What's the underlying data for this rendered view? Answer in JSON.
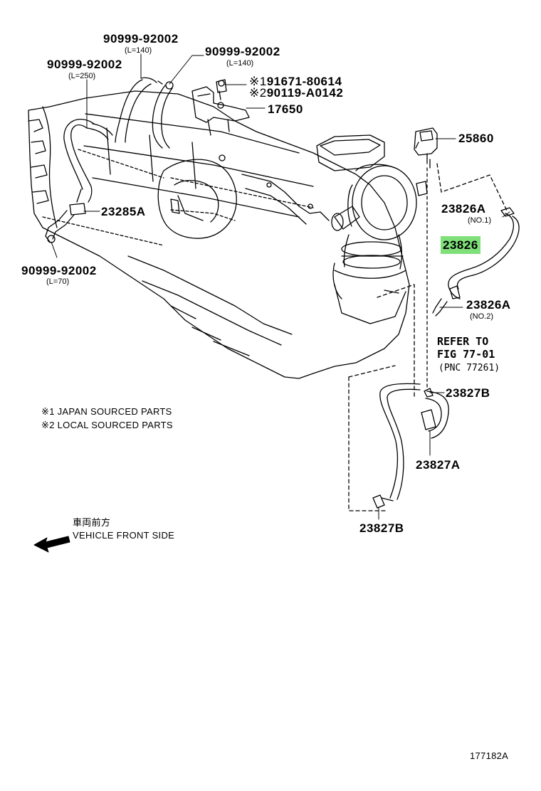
{
  "parts": {
    "hose_top_center": {
      "number": "90999-92002",
      "length": "(L=140)"
    },
    "hose_top_right": {
      "number": "90999-92002",
      "length": "(L=140)"
    },
    "hose_left_upper": {
      "number": "90999-92002",
      "length": "(L=250)"
    },
    "hose_left_lower": {
      "number": "90999-92002",
      "length": "(L=70)"
    },
    "bolt_1": {
      "mark": "※1",
      "number": "91671-80614"
    },
    "bolt_2": {
      "mark": "※2",
      "number": "90119-A0142"
    },
    "bracket": {
      "number": "17650"
    },
    "vsv": {
      "number": "25860"
    },
    "joint_left": {
      "number": "23285A"
    },
    "clamp_no1": {
      "number": "23826A",
      "sub": "(NO.1)"
    },
    "hose_highlight": {
      "number": "23826",
      "highlight_color": "#7fe07a"
    },
    "clamp_no2": {
      "number": "23826A",
      "sub": "(NO.2)"
    },
    "clamp_b_upper": {
      "number": "23827B"
    },
    "hose_a": {
      "number": "23827A"
    },
    "clamp_b_lower": {
      "number": "23827B"
    }
  },
  "refer": {
    "line1": "REFER TO",
    "line2": "FIG 77-01",
    "line3": "(PNC 77261)"
  },
  "notes": {
    "note1": "※1 JAPAN SOURCED PARTS",
    "note2": "※2 LOCAL SOURCED PARTS"
  },
  "direction": {
    "japanese": "車両前方",
    "english": "VEHICLE FRONT SIDE",
    "arrow_icon": "arrow-left-icon"
  },
  "figure_id": "177182A"
}
